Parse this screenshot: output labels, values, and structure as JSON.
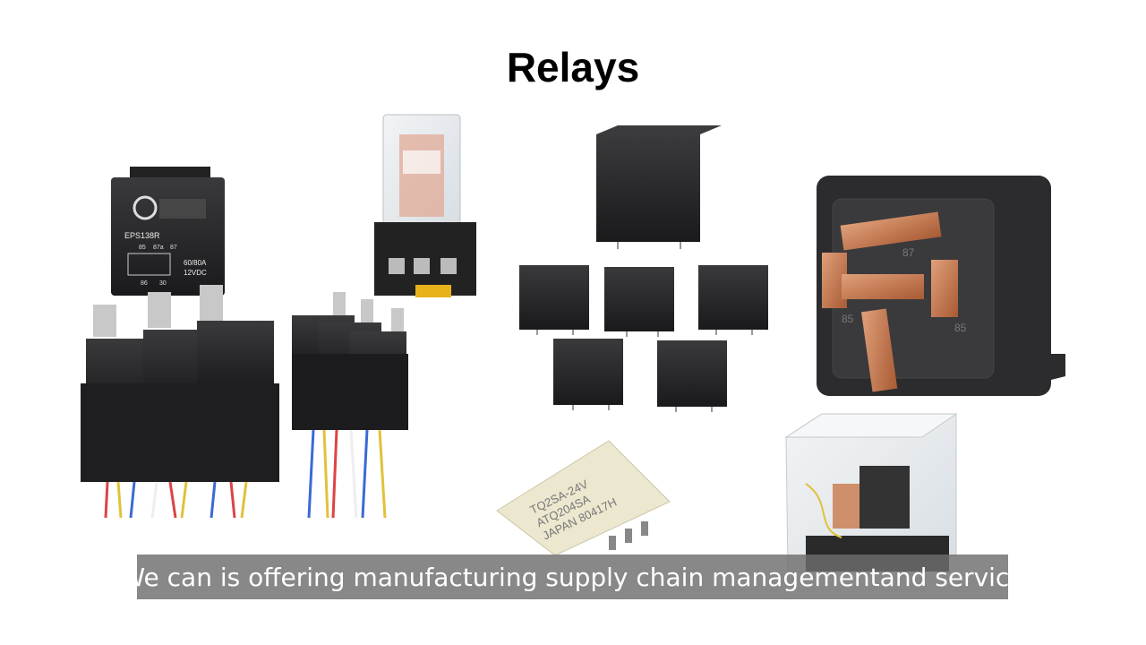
{
  "slide": {
    "title": "Relays",
    "caption": "We can is offering manufacturing supply chain managementand service"
  },
  "products": {
    "automotive_relay": {
      "model": "EPS138R",
      "pins": [
        "85",
        "87a",
        "87",
        "86",
        "30"
      ],
      "rating": "60/80A",
      "voltage": "12VDC"
    },
    "terminal_labels": [
      "87",
      "85",
      "85"
    ],
    "smd_relay": {
      "line1": "TQ2SA-24V",
      "line2": "ATQ204SA",
      "line3": "JAPAN 80417H"
    }
  },
  "colors": {
    "relay_body": "#202022",
    "copper": "#c9784a",
    "caption_bg": "#6e6e6e"
  }
}
